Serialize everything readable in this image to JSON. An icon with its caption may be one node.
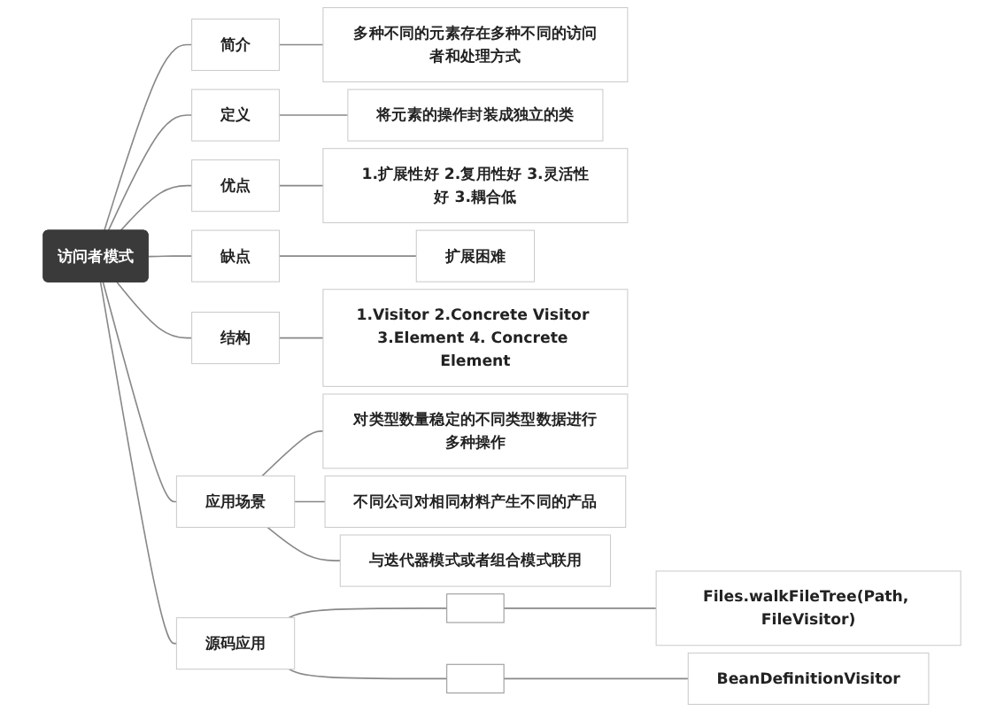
{
  "diagram": {
    "nodes": [
      {
        "text": [
          "访问者模式"
        ]
      },
      {
        "text": [
          "简介"
        ]
      },
      {
        "text": [
          "多种不同的元素存在多种不同的访问者和处理方式"
        ]
      },
      {
        "text": [
          "定义"
        ]
      },
      {
        "text": [
          "将元素的操作封装成独立的类"
        ]
      },
      {
        "text": [
          "优点"
        ]
      },
      {
        "text": [
          "1.扩展性好 2.复用性好 3.灵活性好 3.耦合低"
        ]
      },
      {
        "text": [
          "缺点"
        ]
      },
      {
        "text": [
          "扩展困难"
        ]
      },
      {
        "text": [
          "结构"
        ]
      },
      {
        "text": [
          "1.Visitor 2.Concrete Visitor 3.Element 4. Concrete Element"
        ]
      },
      {
        "text": [
          "应用场景"
        ]
      },
      {
        "text": [
          "对类型数量稳定的不同类型数据进行多种操作"
        ]
      },
      {
        "text": [
          "不同公司对相同材料产生不同的产品"
        ]
      },
      {
        "text": [
          "与迭代器模式或者组合模式联用"
        ]
      },
      {
        "text": [
          "源码应用"
        ]
      },
      {
        "text": [],
        "shape": "box"
      },
      {
        "text": [
          "Files.walkFileTree(Path, FileVisitor)"
        ]
      },
      {
        "text": [],
        "shape": "box"
      },
      {
        "text": [
          "BeanDefinitionVisitor"
        ]
      }
    ],
    "edges": [
      {
        "from": 0,
        "to": 1,
        "arrow": "none"
      },
      {
        "from": 1,
        "to": 2,
        "arrow": "none"
      },
      {
        "from": 0,
        "to": 3,
        "arrow": "none"
      },
      {
        "from": 3,
        "to": 4,
        "arrow": "none"
      },
      {
        "from": 0,
        "to": 5,
        "arrow": "none"
      },
      {
        "from": 5,
        "to": 6,
        "arrow": "none"
      },
      {
        "from": 0,
        "to": 7,
        "arrow": "none"
      },
      {
        "from": 7,
        "to": 8,
        "arrow": "none"
      },
      {
        "from": 0,
        "to": 9,
        "arrow": "none"
      },
      {
        "from": 9,
        "to": 10,
        "arrow": "none"
      },
      {
        "from": 0,
        "to": 11,
        "arrow": "none"
      },
      {
        "from": 11,
        "to": 12,
        "arrow": "none"
      },
      {
        "from": 11,
        "to": 13,
        "arrow": "none"
      },
      {
        "from": 11,
        "to": 14,
        "arrow": "none"
      },
      {
        "from": 0,
        "to": 15,
        "arrow": "none"
      },
      {
        "from": 15,
        "to": 16,
        "arrow": "none"
      },
      {
        "from": 16,
        "to": 17,
        "arrow": "none"
      },
      {
        "from": 15,
        "to": 18,
        "arrow": "none"
      },
      {
        "from": 18,
        "to": 19,
        "arrow": "none"
      }
    ]
  }
}
